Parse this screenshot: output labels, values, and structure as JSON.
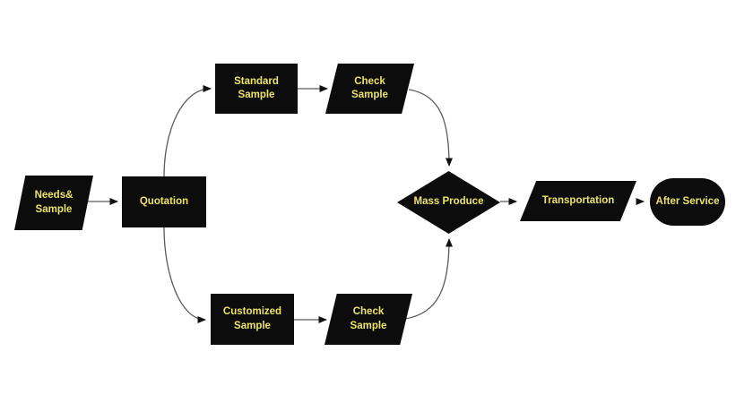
{
  "diagram": {
    "title": "sample-to-service process flowchart",
    "colors": {
      "background": "#ffffff",
      "node_fill": "#0c0c0c",
      "label_text": "#ece468",
      "connector_line": "#5a5a5a",
      "arrowhead": "#111111"
    },
    "nodes": [
      {
        "id": "needs-sample",
        "shape": "parallelogram",
        "label": "Needs&\nSample"
      },
      {
        "id": "quotation",
        "shape": "rectangle",
        "label": "Quotation"
      },
      {
        "id": "standard-sample",
        "shape": "rectangle",
        "label": "Standard\nSample"
      },
      {
        "id": "check-sample-top",
        "shape": "parallelogram",
        "label": "Check\nSample"
      },
      {
        "id": "customized-sample",
        "shape": "rectangle",
        "label": "Customized\nSample"
      },
      {
        "id": "check-sample-bottom",
        "shape": "parallelogram",
        "label": "Check\nSample"
      },
      {
        "id": "mass-produce",
        "shape": "diamond",
        "label": "Mass Produce"
      },
      {
        "id": "transportation",
        "shape": "parallelogram",
        "label": "Transportation"
      },
      {
        "id": "after-service",
        "shape": "terminator",
        "label": "After Service"
      }
    ],
    "edges": [
      {
        "from": "needs-sample",
        "to": "quotation"
      },
      {
        "from": "quotation",
        "to": "standard-sample"
      },
      {
        "from": "quotation",
        "to": "customized-sample"
      },
      {
        "from": "standard-sample",
        "to": "check-sample-top"
      },
      {
        "from": "check-sample-top",
        "to": "mass-produce"
      },
      {
        "from": "customized-sample",
        "to": "check-sample-bottom"
      },
      {
        "from": "check-sample-bottom",
        "to": "mass-produce"
      },
      {
        "from": "mass-produce",
        "to": "transportation"
      },
      {
        "from": "transportation",
        "to": "after-service"
      }
    ]
  }
}
